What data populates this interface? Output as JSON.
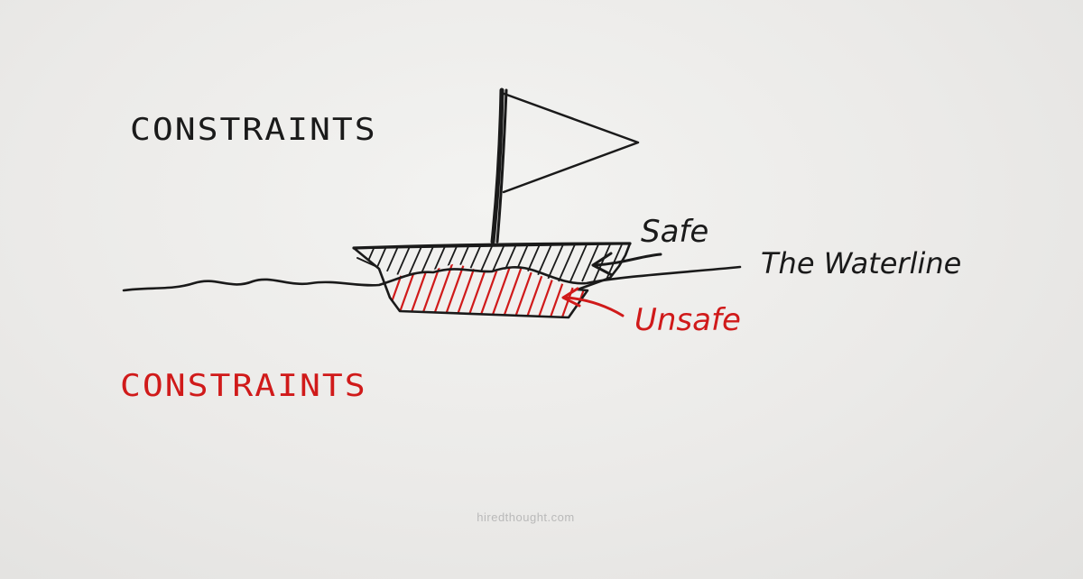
{
  "labels": {
    "constraints_top": "CONSTRAINTS",
    "constraints_bottom": "CONSTRAINTS",
    "safe": "Safe",
    "waterline": "The Waterline",
    "unsafe": "Unsafe",
    "watermark": "hiredthought.com"
  },
  "colors": {
    "ink_black": "#1a1a1a",
    "ink_red": "#d01a1a",
    "watermark_gray": "#b9b9b9"
  }
}
